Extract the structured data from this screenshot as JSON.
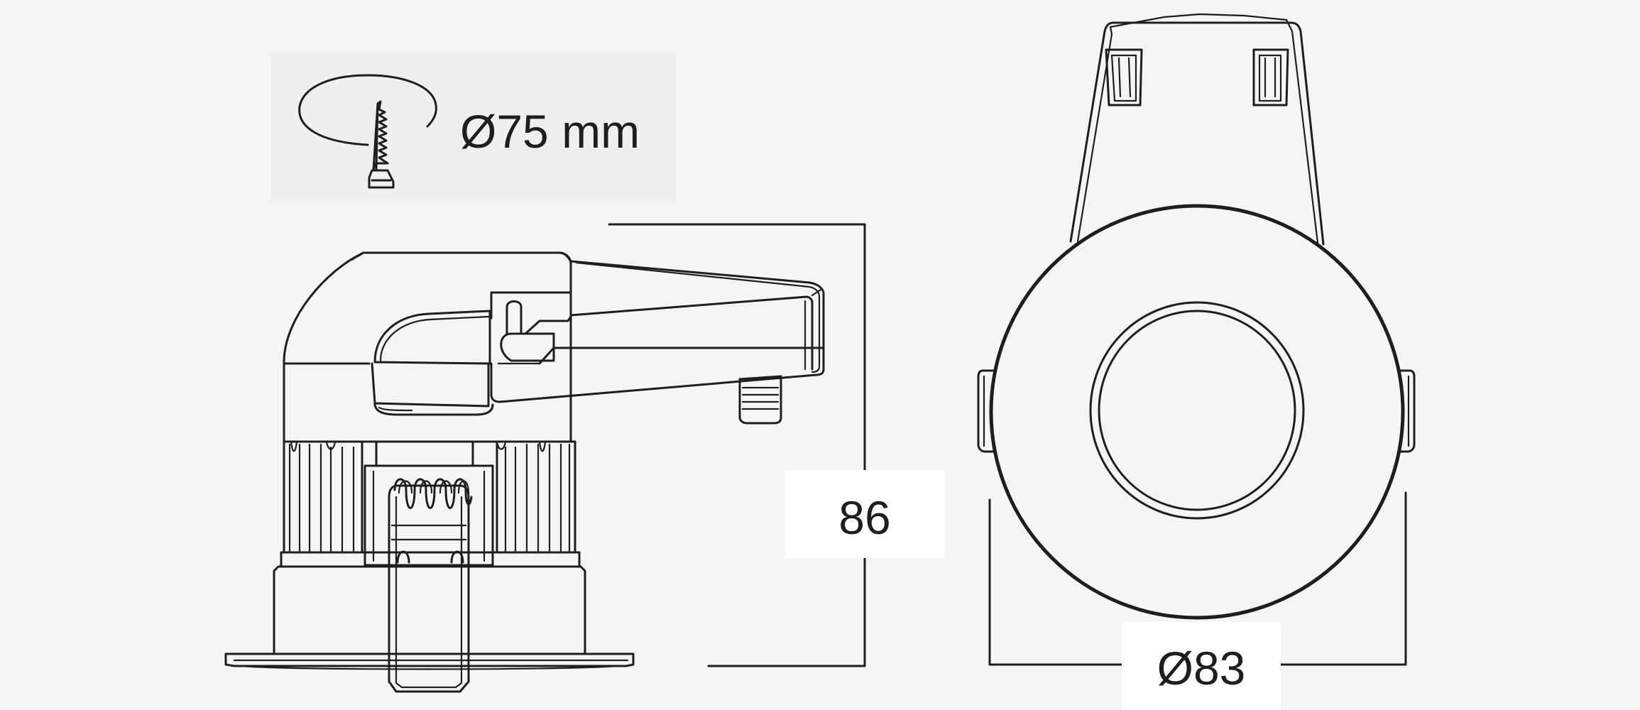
{
  "cutout": {
    "label": "Ø75 mm",
    "icon": "saw-cutout-icon"
  },
  "dimensions": {
    "height_label": "86",
    "diameter_label": "Ø83"
  },
  "colors": {
    "background": "#f5f5f5",
    "cutout_panel": "#efefef",
    "label_box": "#ffffff",
    "line": "#1e1e1e"
  }
}
